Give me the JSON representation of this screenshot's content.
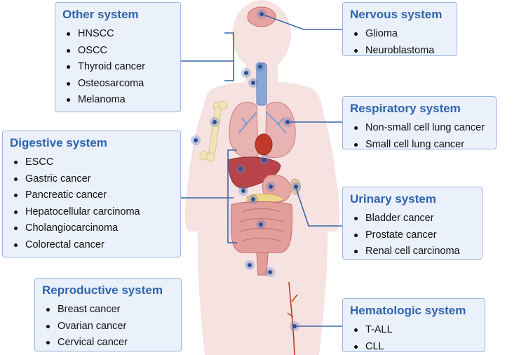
{
  "systems": {
    "other": {
      "title": "Other system",
      "items": [
        "HNSCC",
        "OSCC",
        "Thyroid cancer",
        "Osteosarcoma",
        "Melanoma"
      ]
    },
    "nervous": {
      "title": "Nervous system",
      "items": [
        "Glioma",
        "Neuroblastoma"
      ]
    },
    "respiratory": {
      "title": "Respiratory system",
      "items": [
        "Non-small cell lung cancer",
        "Small cell lung cancer"
      ]
    },
    "digestive": {
      "title": "Digestive system",
      "items": [
        "ESCC",
        "Gastric cancer",
        "Pancreatic cancer",
        "Hepatocellular carcinoma",
        "Cholangiocarcinoma",
        "Colorectal cancer"
      ]
    },
    "urinary": {
      "title": "Urinary system",
      "items": [
        "Bladder cancer",
        "Prostate cancer",
        "Renal cell carcinoma"
      ]
    },
    "reproductive": {
      "title": "Reproductive system",
      "items": [
        "Breast cancer",
        "Ovarian cancer",
        "Cervical cancer"
      ]
    },
    "hematologic": {
      "title": "Hematologic system",
      "items": [
        "T-ALL",
        "CLL"
      ]
    }
  },
  "colors": {
    "box_fill": "#eaf1fb",
    "box_border": "#9bb6dc",
    "title": "#2f63ad",
    "connector": "#3a64a6",
    "body": "#f6e3e1",
    "marker": "#3b5fa6"
  }
}
